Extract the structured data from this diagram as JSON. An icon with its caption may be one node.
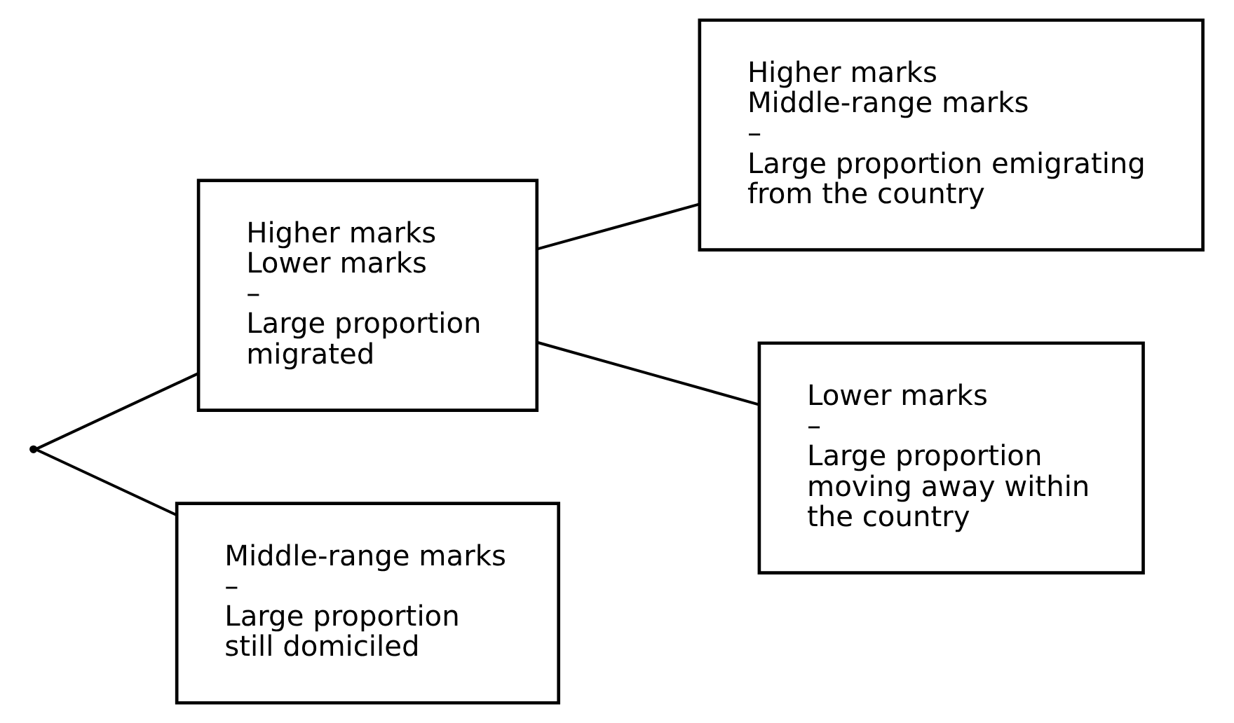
{
  "diagram": {
    "nodes": [
      {
        "text": [
          "Higher marks",
          "Lower marks",
          "–",
          "Large proportion migrated"
        ]
      },
      {
        "text": [
          "Middle-range marks",
          "–",
          "Large proportion still domiciled"
        ]
      },
      {
        "text": [
          "Higher marks",
          "Middle-range marks",
          "–",
          "Large proportion emigrating from the country"
        ]
      },
      {
        "text": [
          "Lower marks",
          "–",
          "Large proportion moving away within the country"
        ]
      },
      {
        "text": [],
        "shape": "point"
      }
    ],
    "edges": [
      {
        "from": 4,
        "to": 0,
        "arrow": "none"
      },
      {
        "from": 4,
        "to": 1,
        "arrow": "none"
      },
      {
        "from": 0,
        "to": 2,
        "arrow": "none"
      },
      {
        "from": 0,
        "to": 3,
        "arrow": "none"
      }
    ]
  }
}
